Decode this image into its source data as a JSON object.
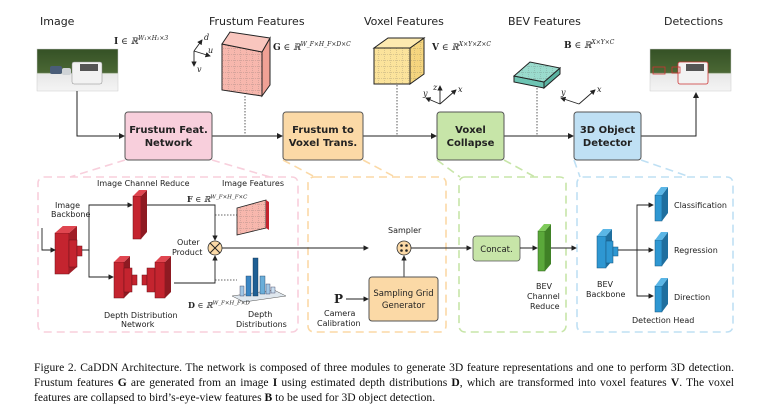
{
  "top_row": {
    "image": {
      "title": "Image",
      "formula_sym": "I",
      "formula_rest": " ∈ ℝ",
      "formula_sup": "W₁×H₁×3"
    },
    "frustum_features": {
      "title": "Frustum Features",
      "formula_sym": "G",
      "formula_rest": " ∈ ℝ",
      "formula_sup": "W_F×H_F×D×C",
      "axes": [
        "d",
        "u",
        "v"
      ]
    },
    "voxel_features": {
      "title": "Voxel Features",
      "formula_sym": "V",
      "formula_rest": " ∈ ℝ",
      "formula_sup": "X×Y×Z×C",
      "axes": [
        "z",
        "y",
        "x"
      ]
    },
    "bev_features": {
      "title": "BEV Features",
      "formula_sym": "B",
      "formula_rest": " ∈ ℝ",
      "formula_sup": "X×Y×C",
      "axes": [
        "y",
        "x"
      ]
    },
    "detections": {
      "title": "Detections"
    }
  },
  "modules": [
    {
      "line1": "Frustum Feat.",
      "line2": "Network",
      "color": "#f8cfdc"
    },
    {
      "line1": "Frustum to",
      "line2": "Voxel Trans.",
      "color": "#fbd9a6"
    },
    {
      "line1": "Voxel",
      "line2": "Collapse",
      "color": "#c7e5a8"
    },
    {
      "line1": "3D Object",
      "line2": "Detector",
      "color": "#bfe0f4"
    }
  ],
  "frustum_detail": {
    "image_backbone": [
      "Image",
      "Backbone"
    ],
    "image_channel_reduce": "Image Channel Reduce",
    "image_features": "Image Features",
    "f_formula_sym": "F",
    "f_formula_rest": " ∈ ℝ",
    "f_formula_sup": "W_F×H_F×C",
    "outer_product": [
      "Outer",
      "Product"
    ],
    "depth_network": [
      "Depth Distribution",
      "Network"
    ],
    "d_formula_sym": "D",
    "d_formula_rest": " ∈ ℝ",
    "d_formula_sup": "W_F×H_F×D",
    "depth_distributions": [
      "Depth",
      "Distributions"
    ]
  },
  "transform_detail": {
    "sampler": "Sampler",
    "grid_generator": [
      "Sampling Grid",
      "Generator"
    ],
    "p_symbol": "P",
    "camera_calibration": [
      "Camera",
      "Calibration"
    ]
  },
  "collapse_detail": {
    "concat": "Concat.",
    "bev_channel_reduce": [
      "BEV",
      "Channel",
      "Reduce"
    ]
  },
  "detector_detail": {
    "bev_backbone": [
      "BEV",
      "Backbone"
    ],
    "heads": [
      "Classification",
      "Regression",
      "Direction"
    ],
    "detection_head": "Detection Head"
  },
  "colors": {
    "pink": "#f8cfdc",
    "orange": "#fbd9a6",
    "green": "#c7e5a8",
    "blue": "#bfe0f4",
    "red_net": "#c4242f",
    "green_net": "#5aa83a",
    "blue_net": "#2e97d2"
  },
  "caption": {
    "p1": "Figure 2. CaDDN Architecture. The network is composed of three modules to generate 3D feature representations and one to perform 3D detection.  Frustum features ",
    "G": "G",
    "p2": " are generated from an image ",
    "I": "I",
    "p3": " using estimated depth distributions ",
    "D": "D",
    "p4": ", which are transformed into voxel features ",
    "V": "V",
    "p5": ". The voxel features are collapsed to bird’s-eye-view features ",
    "B": "B",
    "p6": " to be used for 3D object detection."
  }
}
